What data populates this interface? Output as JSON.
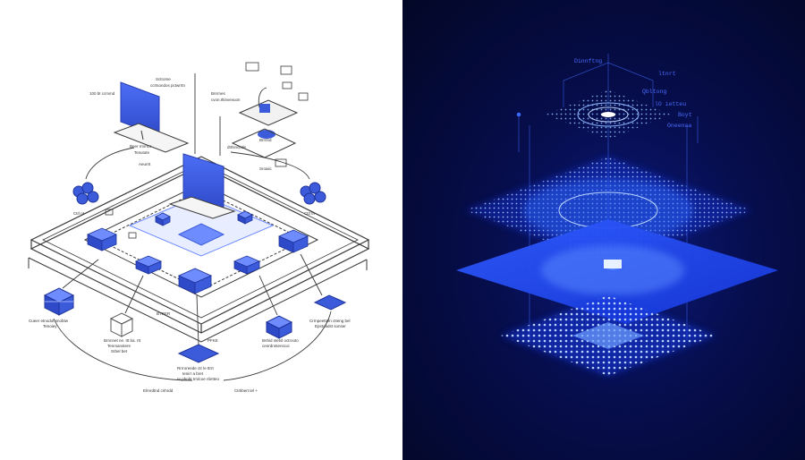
{
  "left_diagram": {
    "labels": [
      "Sctrome",
      "ccrtsondos pctwrrtn",
      "Bnrrnes",
      "cvon.rltinvevuon",
      "100 bt ccmmd",
      "Beer rmmcs",
      "Tesutute",
      "Aeurnt",
      "Brrrlnd",
      "dtrlsnctrde",
      "Sroaiic",
      "Ctrl nt",
      "Ctrl tn",
      "Cueer etnodot snobtw",
      "Tenoiey",
      "Crrnpeetteln ctteng bel",
      "Epstoadst sonser",
      "BTRER",
      "PFKE",
      "Bnhid stetsl octrooto",
      "cenrdnntenscoi",
      "Brnnnet ne. ttt ba. rtt",
      "Tenrsanstere",
      "Srbel bet",
      "Rrrroreede ctr le ttrrt",
      "tenirr a bret",
      "nr phnbt trrdcoe nbrtteo",
      "Elrnrdtnd cnhrdd",
      "Ctrtibert tel +"
    ]
  },
  "right_diagram": {
    "labels": [
      "Dinnftng",
      "ltnrt",
      "Qbltong",
      "lO ietteu",
      "Boyt",
      "Oneenaa"
    ]
  },
  "colors": {
    "blue": "#3b5bdb",
    "blue_light": "#6f8cff",
    "line": "#3a3a3a",
    "glow": "#3d7dff",
    "right_bg": "#050b3d"
  }
}
